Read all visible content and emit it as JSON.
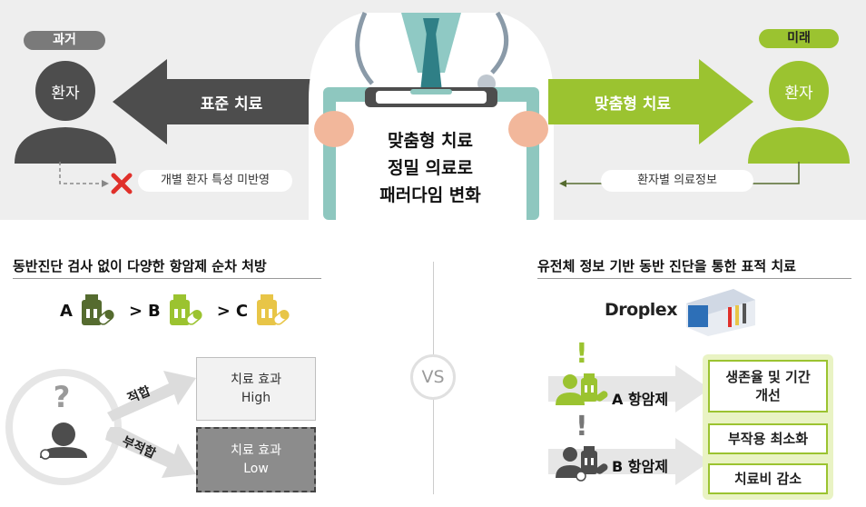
{
  "top": {
    "past_label": "과거",
    "future_label": "미래",
    "patient_left": "환자",
    "patient_right": "환자",
    "arrow_left_label": "표준 치료",
    "arrow_right_label": "맞춤형 치료",
    "clipboard_lines": [
      "맞춤형 치료",
      "정밀 의료로",
      "패러다임 변화"
    ],
    "left_note": "개별 환자 특성 미반영",
    "right_note": "환자별 의료정보"
  },
  "left": {
    "title": "동반진단 검사 없이 다양한 항암제 순차 처방",
    "seq": {
      "a": "A",
      "gt1": ">",
      "b": "B",
      "gt2": ">",
      "c": "C"
    },
    "question_mark": "?",
    "fit_label": "적합",
    "unfit_label": "부적합",
    "box_high": {
      "line1": "치료 효과",
      "line2": "High"
    },
    "box_low": {
      "line1": "치료 효과",
      "line2": "Low"
    }
  },
  "vs": "VS",
  "right": {
    "title": "유전체 정보 기반 동반 진단을 통한 표적 치료",
    "logo": "Droplex",
    "drug_a": "A 항암제",
    "drug_b": "B 항암제",
    "exclaim": "!",
    "outcomes": [
      "생존율 및 기간",
      "개선",
      "부작용 최소화",
      "치료비 감소"
    ]
  },
  "colors": {
    "dark": "#4d4d4d",
    "green": "#9bc330",
    "olive": "#556b2f",
    "yellow": "#e8c547",
    "band": "#eeeeee"
  }
}
